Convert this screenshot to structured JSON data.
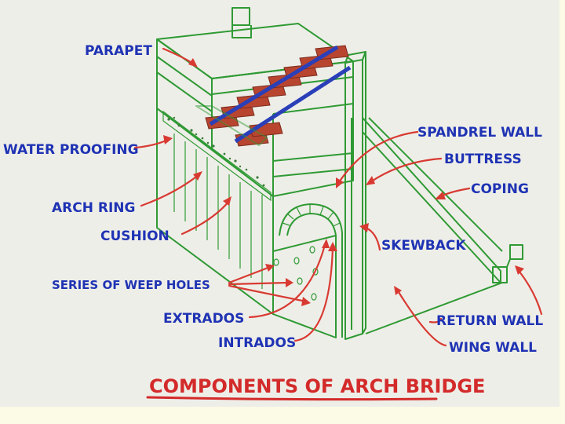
{
  "colors": {
    "paper": "#eeeee8",
    "label": "#1f33b4",
    "arrow": "#d83a32",
    "structure": "#2f9a34",
    "rail": "#2a3fb8",
    "sleeper": "#b8452f",
    "footer": "#fbfbe6"
  },
  "title": "COMPONENTS OF ARCH BRIDGE",
  "labels": {
    "parapet": "PARAPET",
    "water_proofing": "WATER PROOFING",
    "arch_ring": "ARCH RING",
    "cushion": "CUSHION",
    "weep_holes": "SERIES OF WEEP HOLES",
    "extrados": "EXTRADOS",
    "intrados": "INTRADOS",
    "spandrel_wall": "SPANDREL WALL",
    "buttress": "BUTTRESS",
    "coping": "COPING",
    "skewback": "SKEWBACK",
    "return_wall": "RETURN WALL",
    "wing_wall": "WING WALL"
  }
}
